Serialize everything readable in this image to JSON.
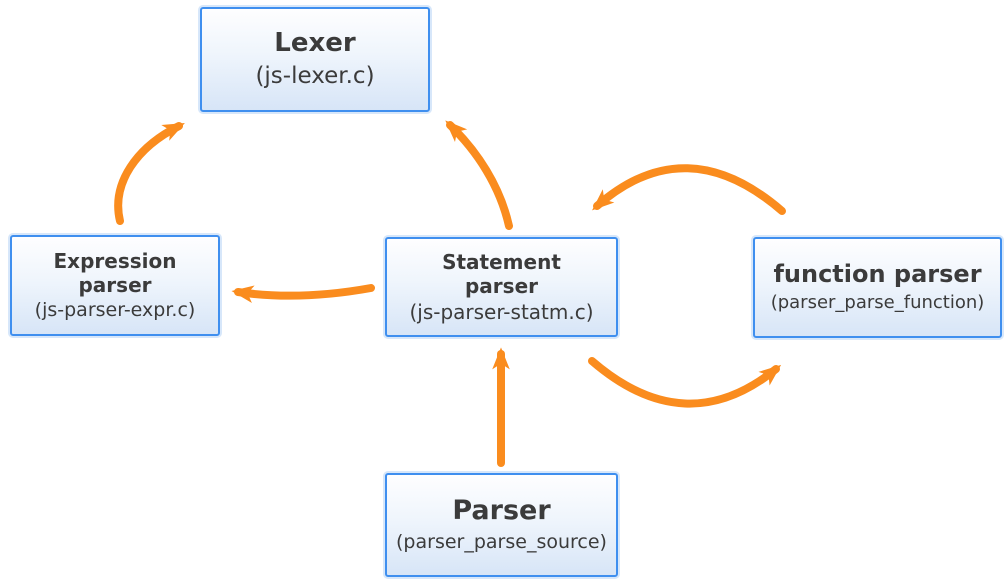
{
  "diagram": {
    "colors": {
      "arrow": "#FA8C1E",
      "box_border": "#3F8FEF",
      "box_fill_top": "#FEFEFF",
      "box_fill_bottom": "#D7E5F7",
      "text": "#3B3B3B",
      "background": "#FFFFFF"
    },
    "nodes": {
      "lexer": {
        "title": "Lexer",
        "subtitle": "(js-lexer.c)"
      },
      "expression_parser": {
        "title": "Expression\nparser",
        "subtitle": "(js-parser-expr.c)"
      },
      "statement_parser": {
        "title": "Statement\nparser",
        "subtitle": "(js-parser-statm.c)"
      },
      "function_parser": {
        "title": "function parser",
        "subtitle": "(parser_parse_function)"
      },
      "parser": {
        "title": "Parser",
        "subtitle": "(parser_parse_source)"
      }
    },
    "edges": [
      {
        "from": "expression_parser",
        "to": "lexer"
      },
      {
        "from": "statement_parser",
        "to": "lexer"
      },
      {
        "from": "statement_parser",
        "to": "expression_parser"
      },
      {
        "from": "function_parser",
        "to": "statement_parser"
      },
      {
        "from": "statement_parser",
        "to": "function_parser"
      },
      {
        "from": "parser",
        "to": "statement_parser"
      }
    ]
  }
}
